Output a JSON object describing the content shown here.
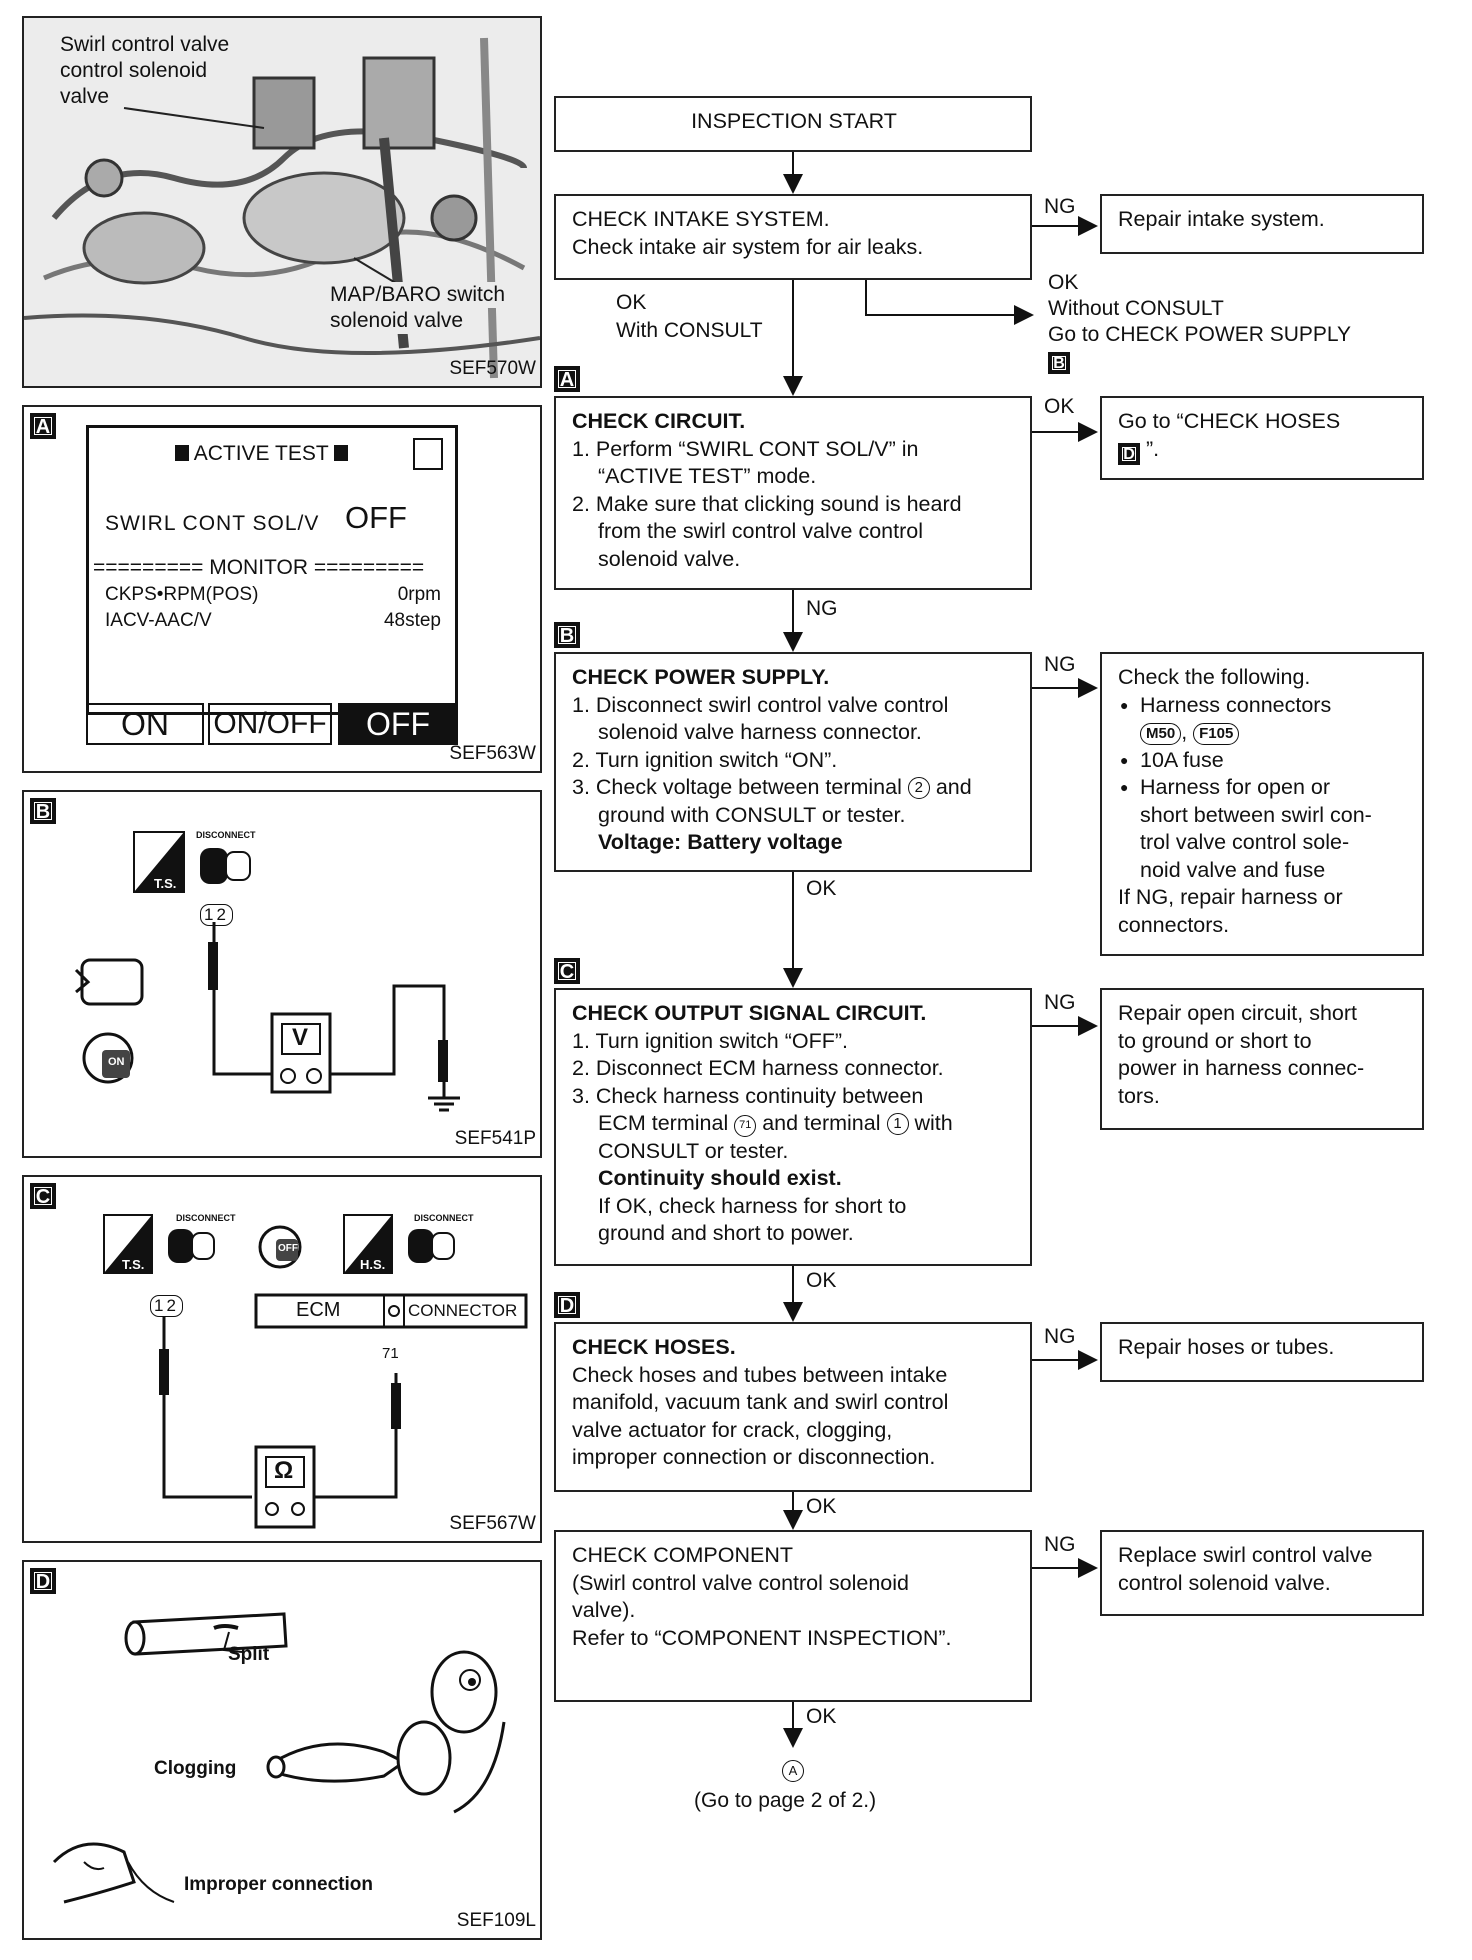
{
  "figure_codes": {
    "photo": "SEF570W",
    "a": "SEF563W",
    "b": "SEF541P",
    "c": "SEF567W",
    "d": "SEF109L"
  },
  "photo_panel": {
    "label_swirl_line1": "Swirl control valve",
    "label_swirl_line2": "control solenoid",
    "label_swirl_line3": "valve",
    "label_map_line1": "MAP/BARO switch",
    "label_map_line2": "solenoid valve"
  },
  "panel_tags": {
    "a": "A",
    "b": "B",
    "c": "C",
    "d": "D"
  },
  "consult_screen": {
    "header": "ACTIVE TEST",
    "item_label": "SWIRL CONT SOL/V",
    "item_value": "OFF",
    "monitor_line": "========= MONITOR =========",
    "rows": [
      {
        "name": "CKPS•RPM(POS)",
        "value": "0rpm"
      },
      {
        "name": "IACV-AAC/V",
        "value": "48step"
      }
    ],
    "buttons": [
      "ON",
      "ON/OFF",
      "OFF"
    ]
  },
  "panel_b": {
    "ts_label": "T.S.",
    "disconnect_label": "DISCONNECT",
    "pin_label": "12",
    "meter_symbol": "V",
    "key_label": "ON"
  },
  "panel_c": {
    "ts_label": "T.S.",
    "hs_label": "H.S.",
    "disconnect_label": "DISCONNECT",
    "key_label": "OFF",
    "pin_label": "12",
    "ecm_label": "ECM",
    "connector_label": "CONNECTOR",
    "terminal_label": "71",
    "meter_symbol": "Ω"
  },
  "panel_d": {
    "split": "Split",
    "clogging": "Clogging",
    "improper": "Improper connection"
  },
  "flow": {
    "start": "INSPECTION START",
    "intake": {
      "title": "CHECK INTAKE SYSTEM.",
      "body": "Check intake air system for air leaks."
    },
    "repair_intake": "Repair intake system.",
    "ok_with_consult_1": "OK",
    "ok_with_consult_2": "With CONSULT",
    "ok_without_1": "OK",
    "ok_without_2": "Without CONSULT",
    "ok_without_3": "Go to CHECK POWER SUPPLY",
    "circuit": {
      "title": "CHECK CIRCUIT.",
      "s1a": "1. Perform “SWIRL CONT SOL/V” in",
      "s1b": "“ACTIVE TEST” mode.",
      "s2a": "2. Make sure that clicking sound is heard",
      "s2b": "from the swirl control valve control",
      "s2c": "solenoid valve."
    },
    "goto_hoses_1": "Go to “CHECK HOSES",
    "goto_hoses_2": "”.",
    "power": {
      "title": "CHECK POWER SUPPLY.",
      "s1a": "1. Disconnect swirl control valve control",
      "s1b": "solenoid valve harness connector.",
      "s2": "2. Turn ignition switch “ON”.",
      "s3a": "3. Check voltage between terminal",
      "s3b": "and",
      "s3c": "ground with CONSULT or tester.",
      "voltage": "Voltage: Battery voltage",
      "terminal": "2"
    },
    "check_following": {
      "title": "Check the following.",
      "b1": "Harness connectors",
      "conn1": "M50",
      "conn2": "F105",
      "b2": "10A fuse",
      "b3a": "Harness for open or",
      "b3b": "short between swirl con-",
      "b3c": "trol valve control sole-",
      "b3d": "noid valve and fuse",
      "ng1": "If NG, repair harness or",
      "ng2": "connectors."
    },
    "output": {
      "title": "CHECK OUTPUT SIGNAL CIRCUIT.",
      "s1": "1. Turn ignition switch “OFF”.",
      "s2": "2. Disconnect ECM harness connector.",
      "s3a": "3. Check harness continuity between",
      "s3b": "ECM terminal",
      "s3c": "and terminal",
      "s3d": "with",
      "s3e": "CONSULT or tester.",
      "cont": "Continuity should exist.",
      "if1": "If OK, check harness for short to",
      "if2": "ground and short to power.",
      "t71": "71",
      "t1": "1"
    },
    "repair_open": {
      "l1": "Repair open circuit, short",
      "l2": "to ground or short to",
      "l3": "power in harness connec-",
      "l4": "tors."
    },
    "hoses": {
      "title": "CHECK HOSES.",
      "l1": "Check hoses and tubes between intake",
      "l2": "manifold, vacuum tank and swirl control",
      "l3": "valve actuator for crack, clogging,",
      "l4": "improper connection or disconnection."
    },
    "repair_hoses": "Repair hoses or tubes.",
    "component": {
      "l1": "CHECK COMPONENT",
      "l2": "(Swirl control valve control solenoid",
      "l3": "valve).",
      "l4": "Refer to “COMPONENT INSPECTION”."
    },
    "replace": {
      "l1": "Replace swirl control valve",
      "l2": "control solenoid valve."
    },
    "ok": "OK",
    "ng": "NG",
    "end_marker": "A",
    "end_text": "(Go to page 2 of 2.)"
  }
}
